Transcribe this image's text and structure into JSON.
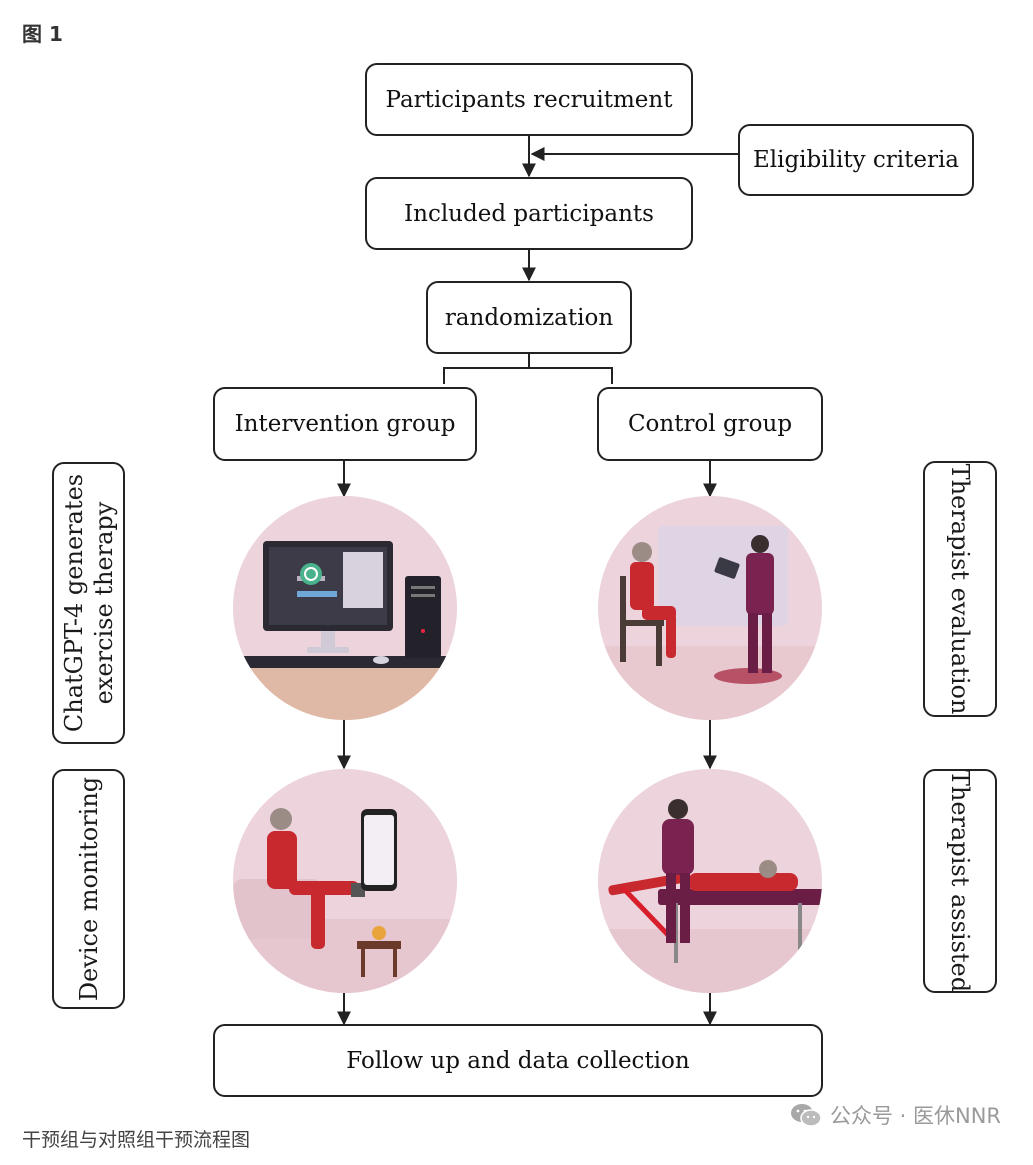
{
  "figure_label": "图 1",
  "nodes": {
    "recruitment": "Participants recruitment",
    "eligibility": "Eligibility criteria",
    "included": "Included participants",
    "randomization": "randomization",
    "intervention": "Intervention group",
    "control": "Control group",
    "followup": "Follow up and data collection"
  },
  "side_labels": {
    "chatgpt_line1": "ChatGPT-4 generates",
    "chatgpt_line2": "exercise therapy",
    "device": "Device monitoring",
    "evaluation": "Therapist evaluation",
    "assisted": "Therapist assisted"
  },
  "caption": "干预组与对照组干预流程图",
  "watermark": "公众号 · 医休NNR",
  "colors": {
    "line": "#222222",
    "circle_bg": "#ecd3dc",
    "garment_red": "#c8292e",
    "suit_purple": "#7a2350"
  }
}
